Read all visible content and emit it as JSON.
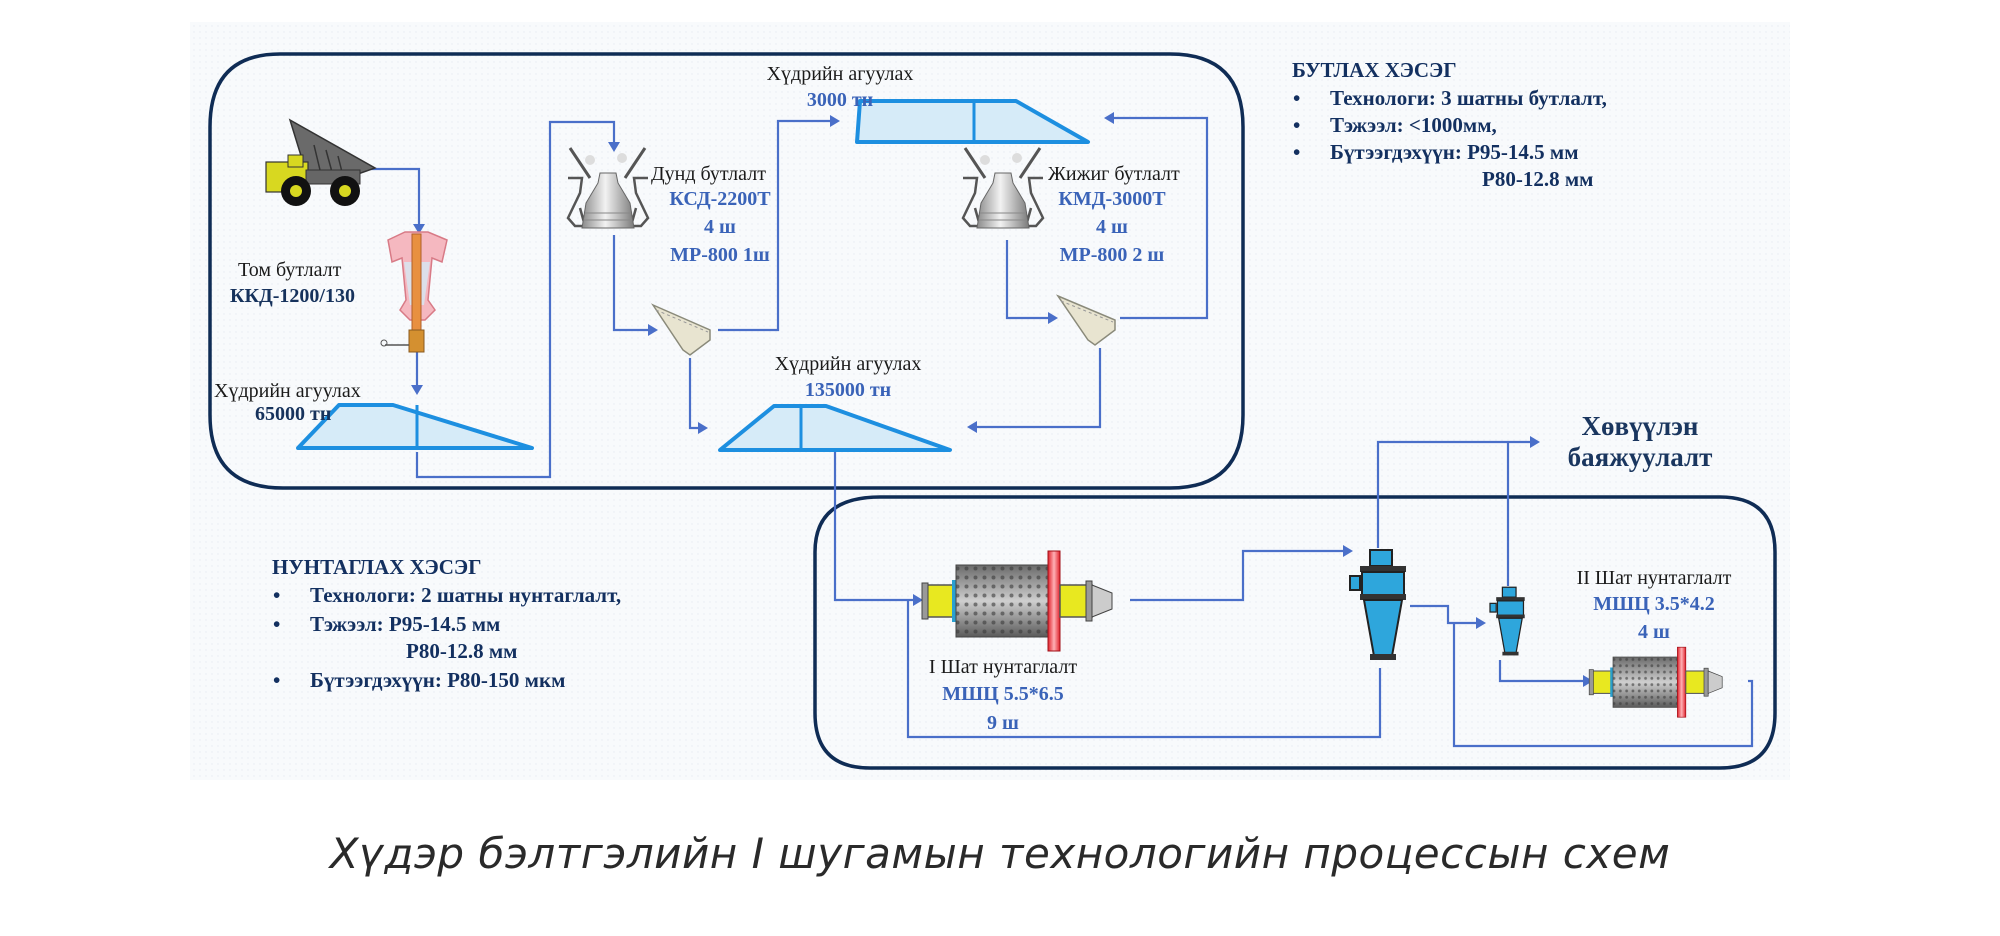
{
  "diagram": {
    "caption": "Хүдэр бэлтгэлийн I шугамын технологийн процессын схем",
    "crushing_section": {
      "title": "БУТЛАХ ХЭСЭГ",
      "bullets": [
        "Технологи: 3 шатны бутлалт,",
        "Тэжээл: <1000мм,",
        "Бүтээгдэхүүн: Р95-14.5 мм"
      ],
      "bullet_continuation": "Р80-12.8 мм"
    },
    "grinding_section": {
      "title": "НУНТАГЛАХ ХЭСЭГ",
      "bullets": [
        "Технологи: 2 шатны нунтаглалт,",
        "Тэжээл: Р95-14.5 мм",
        "Бүтээгдэхүүн: Р80-150 мкм"
      ],
      "feed_continuation": "Р80-12.8 мм"
    },
    "flotation": {
      "line1": "Хөвүүлэн",
      "line2": "баяжуулалт"
    },
    "nodes": {
      "haul_truck": {
        "icon": "haul-truck-icon"
      },
      "primary_crusher": {
        "name": "Том бутлалт",
        "model": "ККД-1200/130",
        "icon": "gyratory-crusher-icon"
      },
      "stockpile_1": {
        "name": "Хүдрийн агуулах",
        "capacity": "65000 тн",
        "icon": "stockpile-icon"
      },
      "secondary_crusher": {
        "name": "Дунд бутлалт",
        "model": "КСД-2200Т",
        "count": "4 ш",
        "extra": "МР-800 1ш",
        "icon": "cone-crusher-icon"
      },
      "stockpile_2": {
        "name": "Хүдрийн агуулах",
        "capacity": "3000 тн",
        "icon": "stockpile-icon"
      },
      "tertiary_crusher": {
        "name": "Жижиг бутлалт",
        "model": "КМД-3000Т",
        "count": "4 ш",
        "extra": "МР-800 2 ш",
        "icon": "cone-crusher-icon"
      },
      "screen_1": {
        "icon": "vibrating-screen-icon"
      },
      "screen_2": {
        "icon": "vibrating-screen-icon"
      },
      "stockpile_3": {
        "name": "Хүдрийн агуулах",
        "capacity": "135000 тн",
        "icon": "stockpile-icon"
      },
      "mill_1": {
        "name": "I Шат нунтаглалт",
        "model": "МШЦ 5.5*6.5",
        "count": "9 ш",
        "icon": "ball-mill-icon"
      },
      "cyclone_1": {
        "icon": "hydrocyclone-icon"
      },
      "cyclone_2": {
        "icon": "hydrocyclone-icon"
      },
      "mill_2": {
        "name": "II Шат нунтаглалт",
        "model": "МШЦ 3.5*4.2",
        "count": "4 ш",
        "icon": "ball-mill-icon"
      }
    }
  }
}
